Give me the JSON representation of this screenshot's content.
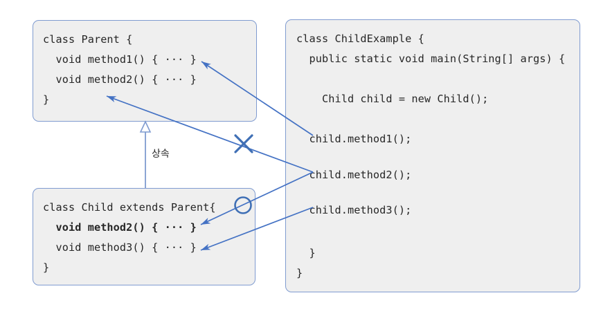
{
  "diagram": {
    "title": "Java inheritance and method overriding diagram",
    "colors": {
      "box_fill": "#efefef",
      "box_border": "#7f9bd0",
      "arrow": "#4472c4",
      "text": "#262626",
      "background": "#ffffff"
    }
  },
  "parent_box": {
    "name": "Parent",
    "lines": [
      {
        "text": "class Parent {",
        "bold": false
      },
      {
        "text": "  void method1() { ··· }",
        "bold": false
      },
      {
        "text": "  void method2() { ··· }",
        "bold": false
      },
      {
        "text": "}",
        "bold": false
      }
    ]
  },
  "child_box": {
    "name": "Child",
    "lines": [
      {
        "text": "class Child extends Parent{",
        "bold": false
      },
      {
        "text": "  void method2() { ··· }",
        "bold": true
      },
      {
        "text": "  void method3() { ··· }",
        "bold": false
      },
      {
        "text": "}",
        "bold": false
      }
    ]
  },
  "example_box": {
    "name": "ChildExample",
    "lines": [
      {
        "text": "class ChildExample {",
        "bold": false
      },
      {
        "text": "  public static void main(String[] args) {",
        "bold": false
      },
      {
        "text": "",
        "bold": false
      },
      {
        "text": "    Child child = new Child();",
        "bold": false
      },
      {
        "text": "",
        "bold": false
      },
      {
        "text": "  child.method1();",
        "bold": false
      },
      {
        "text": "",
        "bold": false
      },
      {
        "text": "  child.method2();",
        "bold": false
      },
      {
        "text": "",
        "bold": false
      },
      {
        "text": "  child.method3();",
        "bold": false
      },
      {
        "text": "",
        "bold": false
      },
      {
        "text": "  }",
        "bold": false
      },
      {
        "text": "}",
        "bold": false
      }
    ]
  },
  "annotations": {
    "inheritance_label": "상속",
    "cross_mark": "X",
    "circle_mark": "O"
  }
}
